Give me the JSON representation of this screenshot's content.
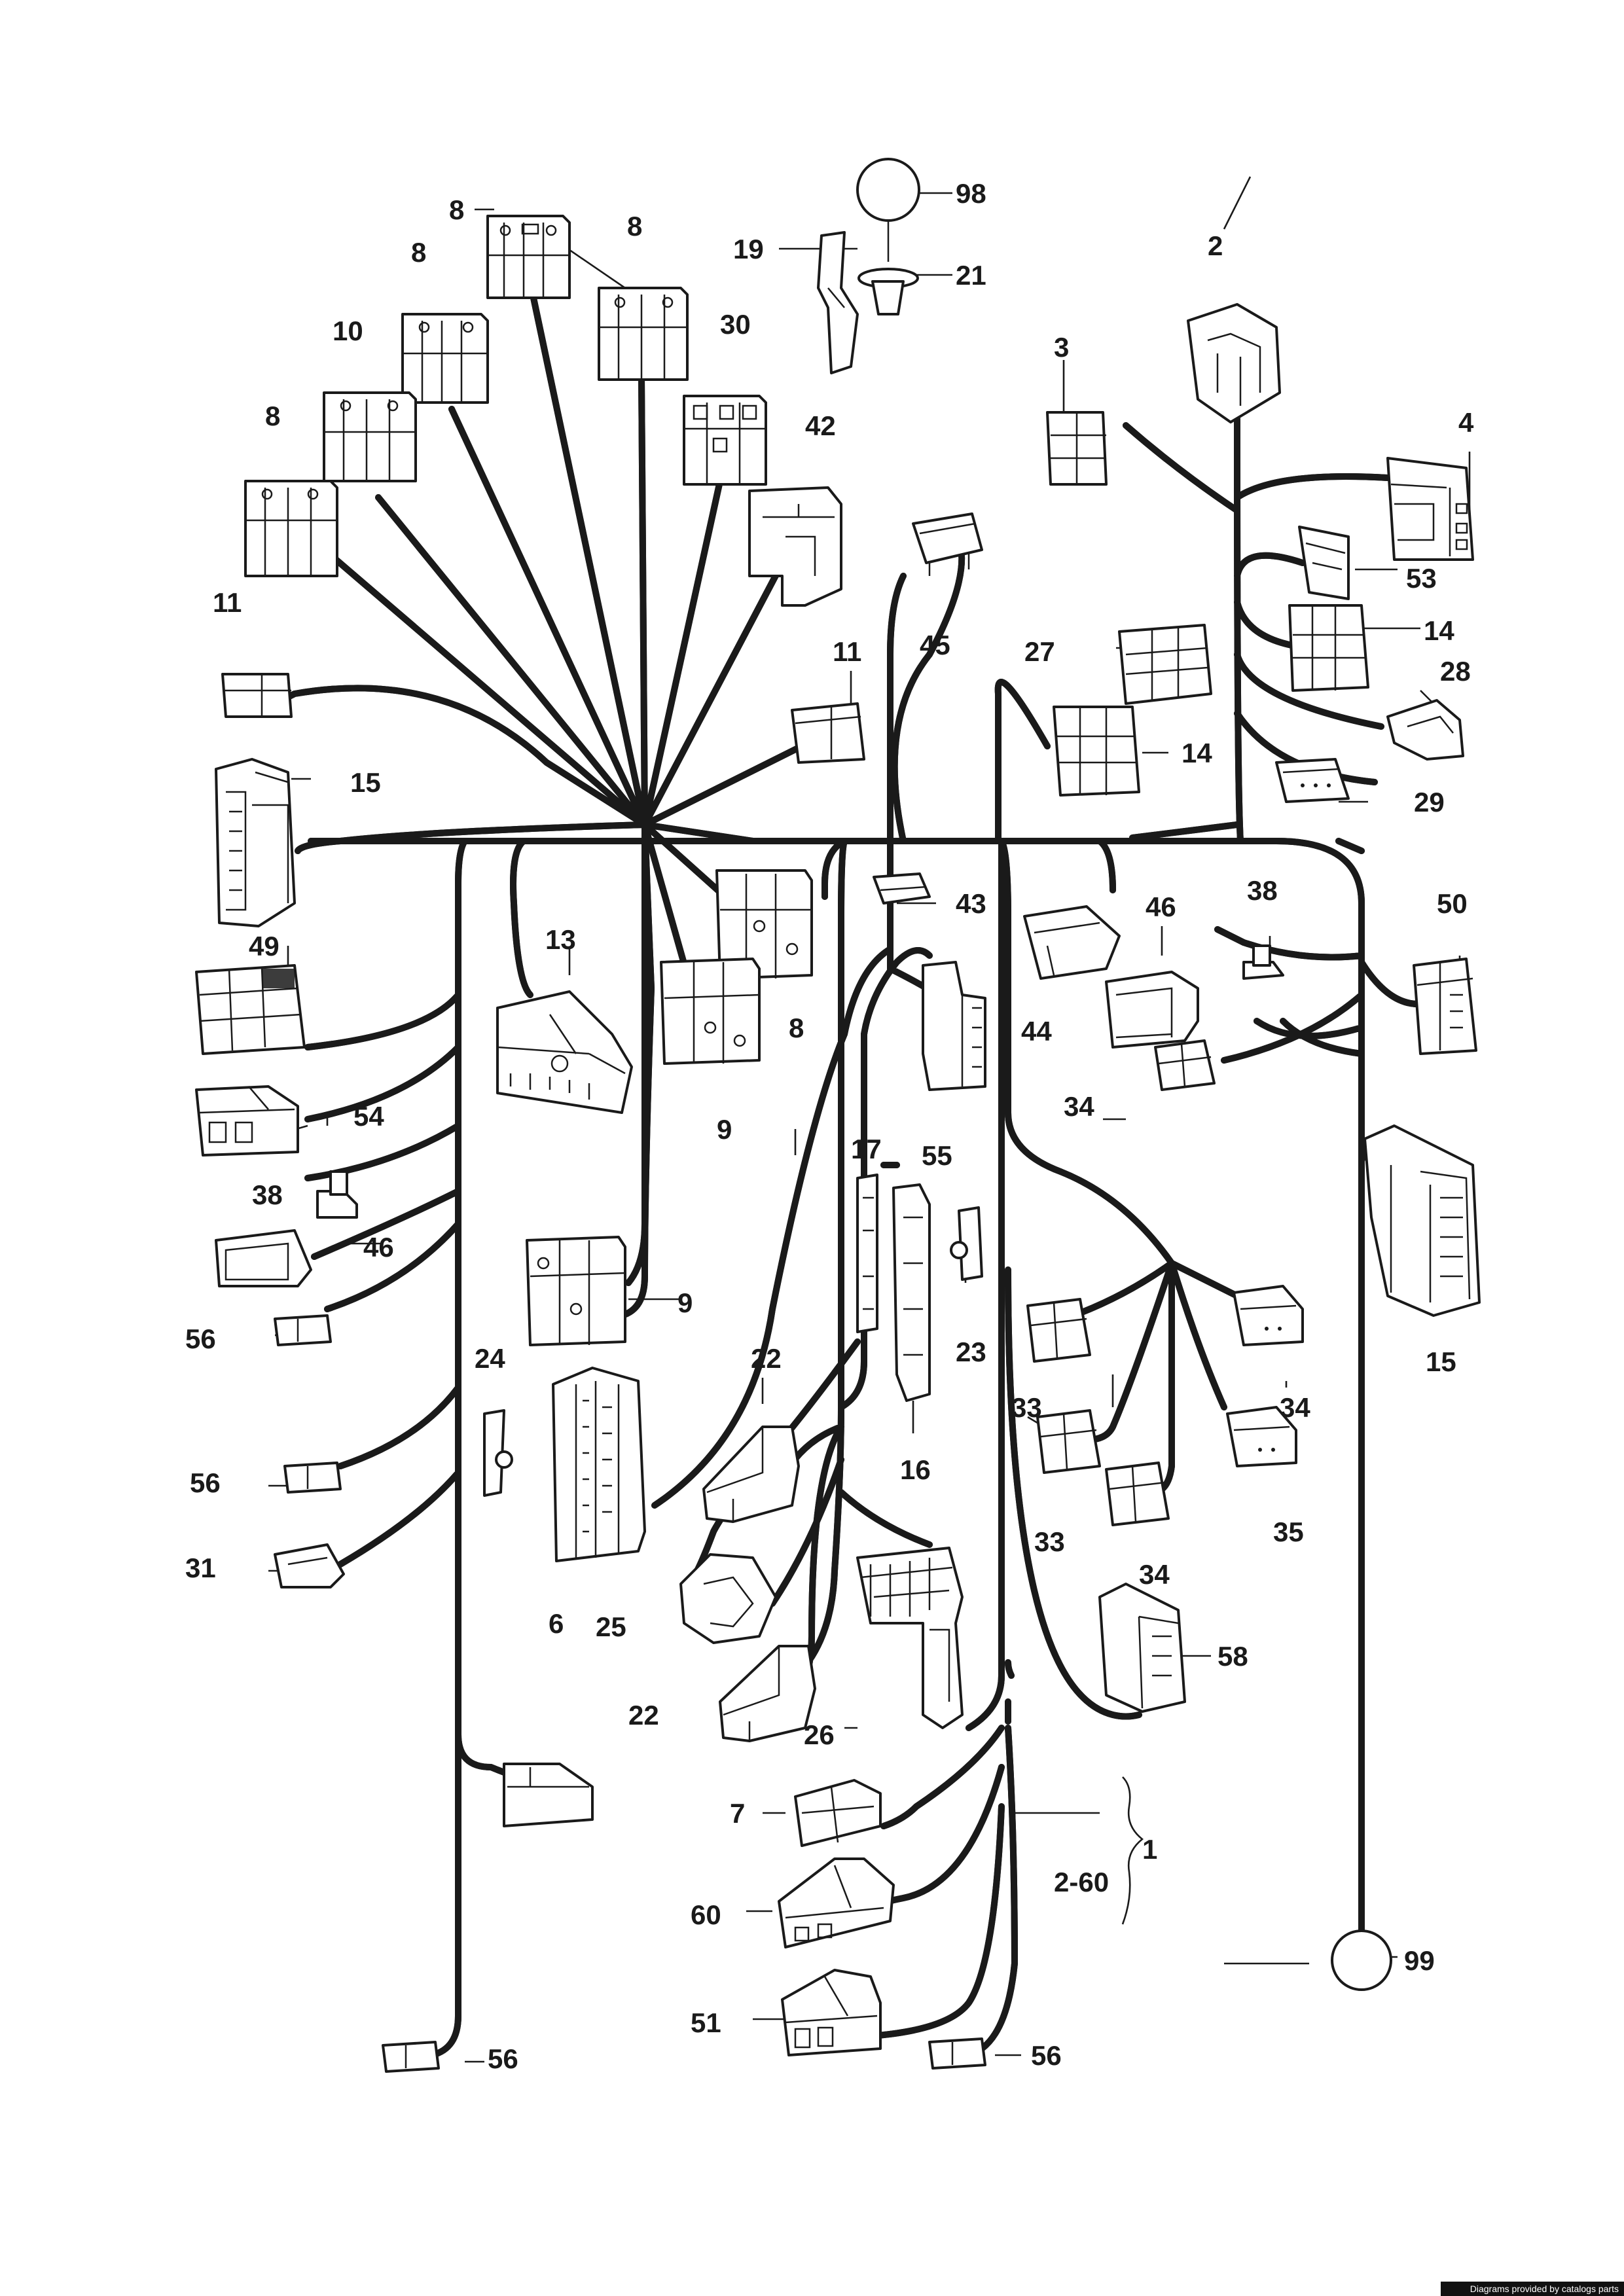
{
  "callouts": {
    "c98": "98",
    "c99": "99",
    "c19": "19",
    "c21": "21",
    "c2": "2",
    "c3": "3",
    "c4": "4",
    "c8a": "8",
    "c8b": "8",
    "c8c": "8",
    "c8d": "8",
    "c8e": "8",
    "c10": "10",
    "c30": "30",
    "c42": "42",
    "c45": "45",
    "c53": "53",
    "c27": "27",
    "c14a": "14",
    "c14b": "14",
    "c28": "28",
    "c29": "29",
    "c11a": "11",
    "c11b": "11",
    "c15a": "15",
    "c15b": "15",
    "c13": "13",
    "c43": "43",
    "c46a": "46",
    "c46b": "46",
    "c38a": "38",
    "c38b": "38",
    "c50": "50",
    "c49": "49",
    "c54": "54",
    "c44": "44",
    "c34a": "34",
    "c34b": "34",
    "c34c": "34",
    "c55": "55",
    "c9a": "9",
    "c9b": "9",
    "c17": "17",
    "c16": "16",
    "c23": "23",
    "c33a": "33",
    "c33b": "33",
    "c35": "35",
    "c56a": "56",
    "c56b": "56",
    "c56c": "56",
    "c56d": "56",
    "c24": "24",
    "c22a": "22",
    "c22b": "22",
    "c31": "31",
    "c6": "6",
    "c25": "25",
    "c26": "26",
    "c58": "58",
    "c7": "7",
    "c60": "60",
    "c51": "51",
    "c1": "1",
    "c2_60": "2-60"
  },
  "footer": {
    "credit": "Diagrams provided by catalogs parts"
  }
}
